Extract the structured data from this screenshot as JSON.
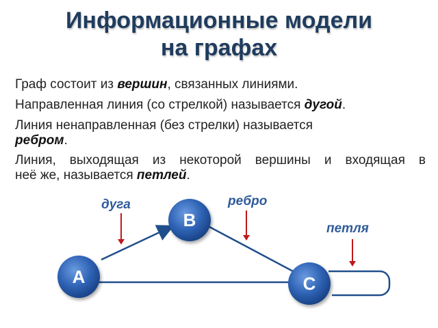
{
  "title": {
    "line1": "Информационные модели",
    "line2": "на графах"
  },
  "paragraphs": {
    "p1": {
      "pre": "Граф состоит из ",
      "em": "вершин",
      "post": ", связанных линиями."
    },
    "p2": {
      "pre": "Направленная линия (со стрелкой) называется ",
      "em": "дугой",
      "post": "."
    },
    "p3": {
      "pre": "Линия ненаправленная  (без стрелки) называется",
      "em": "ребром",
      "post": "."
    },
    "p4": {
      "pre": "Линия, выходящая из некоторой вершины и входящая в",
      "pre2": "неё же, называется ",
      "em": "петлей",
      "post": "."
    }
  },
  "graph": {
    "nodes": {
      "a": "A",
      "b": "B",
      "c": "C"
    },
    "labels": {
      "arc": "дуга",
      "edge": "ребро",
      "loop": "петля"
    },
    "colors": {
      "node_fill": "#2f63b5",
      "edge_stroke": "#1f4e8c",
      "pointer_arrow": "#c0181a",
      "label_text": "#2f5b9a"
    }
  }
}
